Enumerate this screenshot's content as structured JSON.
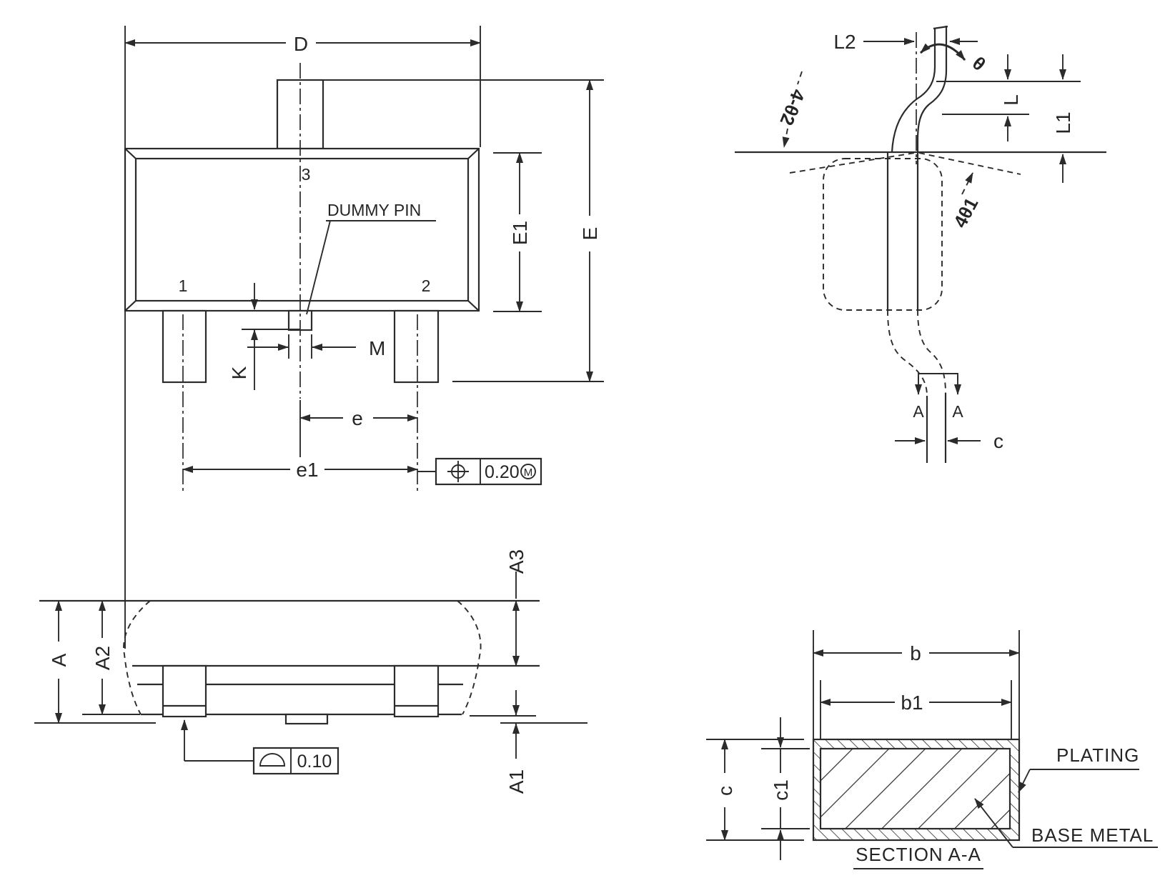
{
  "colors": {
    "line": "#2b2b2b",
    "background": "#ffffff"
  },
  "top_view": {
    "dim_D": "D",
    "pin3": "3",
    "dummy_pin": "DUMMY PIN",
    "pin1": "1",
    "pin2": "2",
    "dim_M": "M",
    "dim_K": "K",
    "dim_e": "e",
    "dim_e1": "e1",
    "dim_E1": "E1",
    "dim_E": "E",
    "position_tolerance_value": "0.20",
    "position_tolerance_modifier": "M"
  },
  "side_view": {
    "dim_A": "A",
    "dim_A2": "A2",
    "dim_A3": "A3",
    "dim_A1": "A1",
    "flatness_value": "0.10"
  },
  "lead_view": {
    "dim_L2": "L2",
    "angle_theta": "θ",
    "angle_theta2": "4-θ2",
    "angle_theta1": "4θ1",
    "dim_L": "L",
    "dim_L1": "L1",
    "section_cut_left": "A",
    "section_cut_right": "A",
    "dim_c": "c"
  },
  "section_view": {
    "dim_b": "b",
    "dim_b1": "b1",
    "dim_c": "c",
    "dim_c1": "c1",
    "plating": "PLATING",
    "base_metal": "BASE METAL",
    "title": "SECTION A-A"
  }
}
